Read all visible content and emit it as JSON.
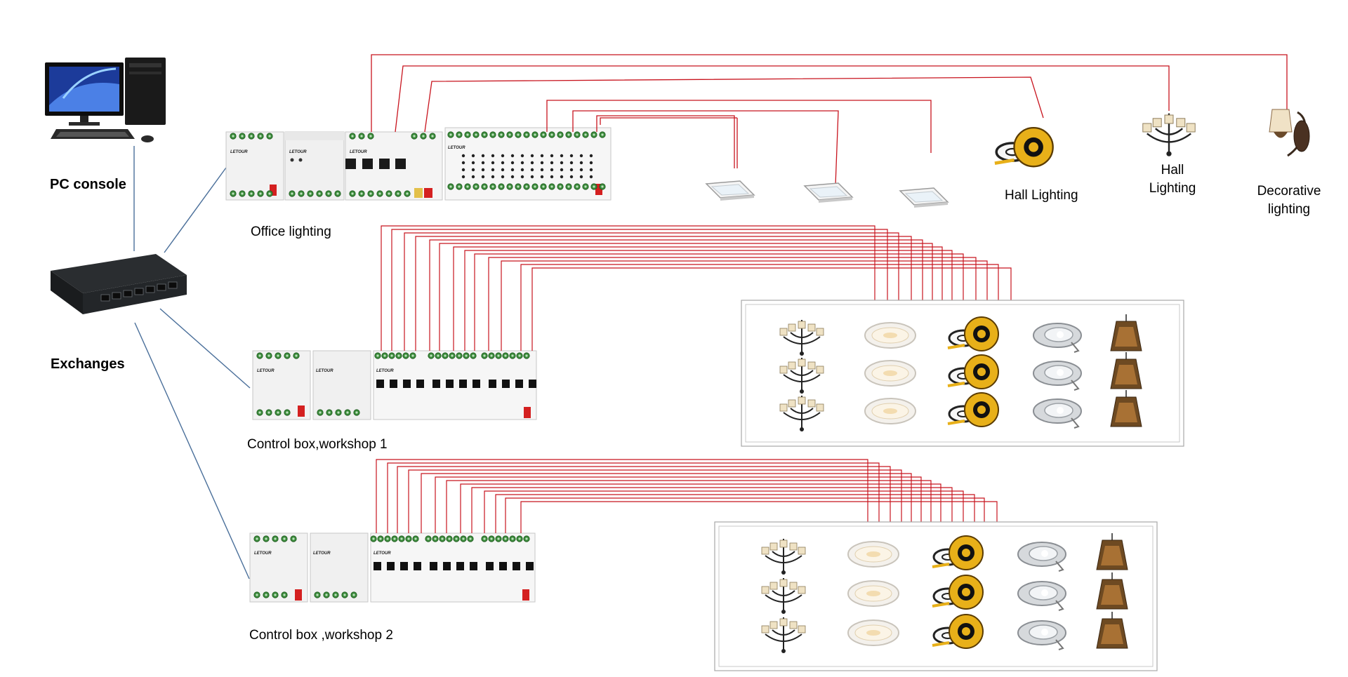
{
  "labels": {
    "pc_console": "PC console",
    "exchanges": "Exchanges",
    "office_lighting": "Office lighting",
    "hall_lighting_1": "Hall Lighting",
    "hall_lighting_2_line1": "Hall",
    "hall_lighting_2_line2": "Lighting",
    "decorative_line1": "Decorative",
    "decorative_line2": "lighting",
    "control_box_1": "Control box,workshop 1",
    "control_box_2": "Control box ,workshop 2"
  },
  "module_brand": "LETOUR",
  "fixture_columns": [
    "chandelier",
    "ceiling-light",
    "led-strip-reel",
    "downlight",
    "pendant-lamp"
  ],
  "colors": {
    "wire": "#c8141e",
    "network": "#4a6f9a",
    "module_body": "#f2f2f2",
    "terminal": "#3c8c3c",
    "panel_border": "#a8a8a8"
  }
}
